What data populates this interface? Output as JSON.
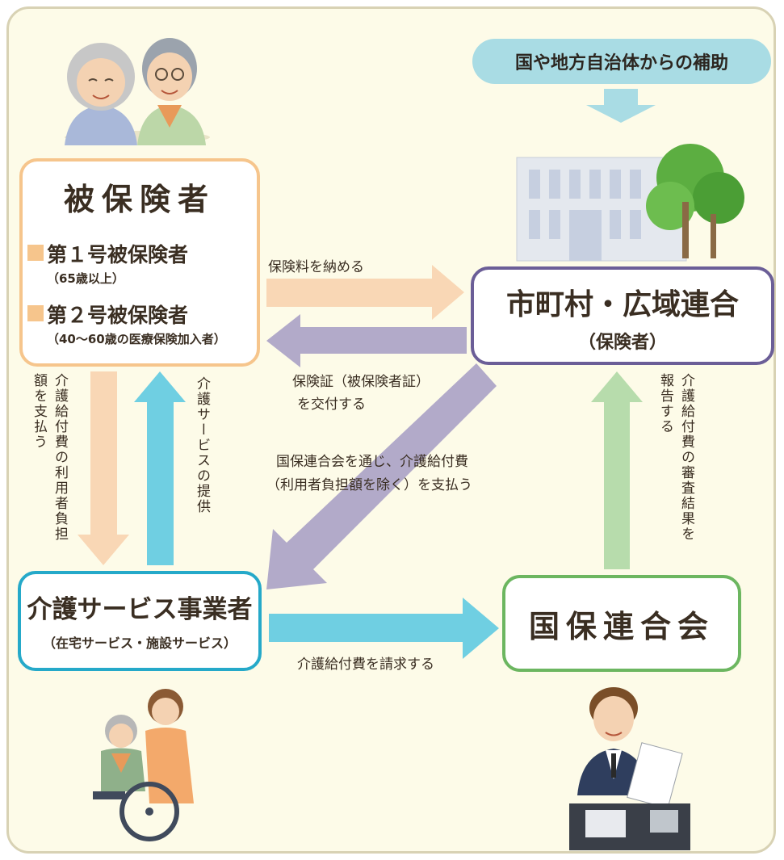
{
  "insured": {
    "title": "被保険者",
    "category1": "第１号被保険者",
    "category1_note": "（65歳以上）",
    "category2": "第２号被保険者",
    "category2_note": "（40〜60歳の医療保険加入者）"
  },
  "municipality": {
    "title": "市町村・広域連合",
    "subtitle": "（保険者）"
  },
  "provider": {
    "title": "介護サービス事業者",
    "subtitle": "（在宅サービス・施設サービス）"
  },
  "federation": {
    "title": "国保連合会"
  },
  "subsidy": {
    "label": "国や地方自治体からの補助"
  },
  "flows": {
    "pay_premium": "保険料を納める",
    "issue_card_line1": "保険証（被保険者証）",
    "issue_card_line2": "を交付する",
    "pay_benefit_line1": "国保連合会を通じ、介護給付費",
    "pay_benefit_line2": "（利用者負担額を除く）を支払う",
    "claim_benefit": "介護給付費を請求する",
    "user_copay_col1": "介護給付費の利用者負担",
    "user_copay_col2": "額を支払う",
    "service_provision": "介護サービスの提供",
    "report_col1": "介護給付費の審査結果を",
    "report_col2": "報告する"
  },
  "colors": {
    "background": "#fdfbe8",
    "insured_border": "#f6c58c",
    "municipality_border": "#6b5e97",
    "provider_border": "#25a9c9",
    "federation_border": "#6cb660",
    "arrow_orange": "#f9d7b5",
    "arrow_purple": "#b2aac9",
    "arrow_blue": "#6fcfe2",
    "arrow_green": "#b7dcac",
    "subsidy_bg": "#a9dce4"
  },
  "icons": {
    "elderly_couple": "elderly-couple-illustration",
    "office_building": "office-building-illustration",
    "wheelchair_care": "wheelchair-care-illustration",
    "office_worker": "office-worker-illustration"
  }
}
